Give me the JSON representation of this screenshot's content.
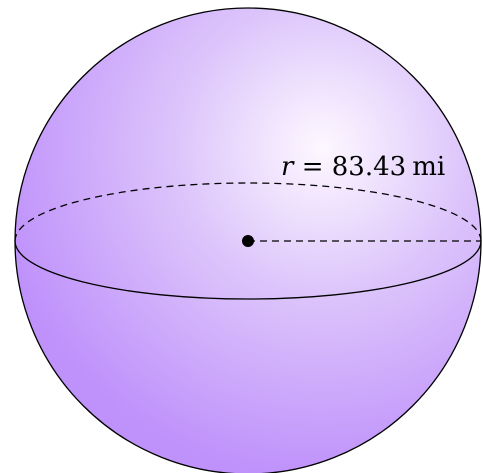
{
  "sphere": {
    "fill_light": "#fdf8ff",
    "fill_mid": "#dcc4fb",
    "fill_dark": "#bf91fb",
    "outline_color": "#000000"
  },
  "radius": {
    "variable": "r",
    "equals": " = ",
    "value": "83.43",
    "unit": "mi"
  }
}
